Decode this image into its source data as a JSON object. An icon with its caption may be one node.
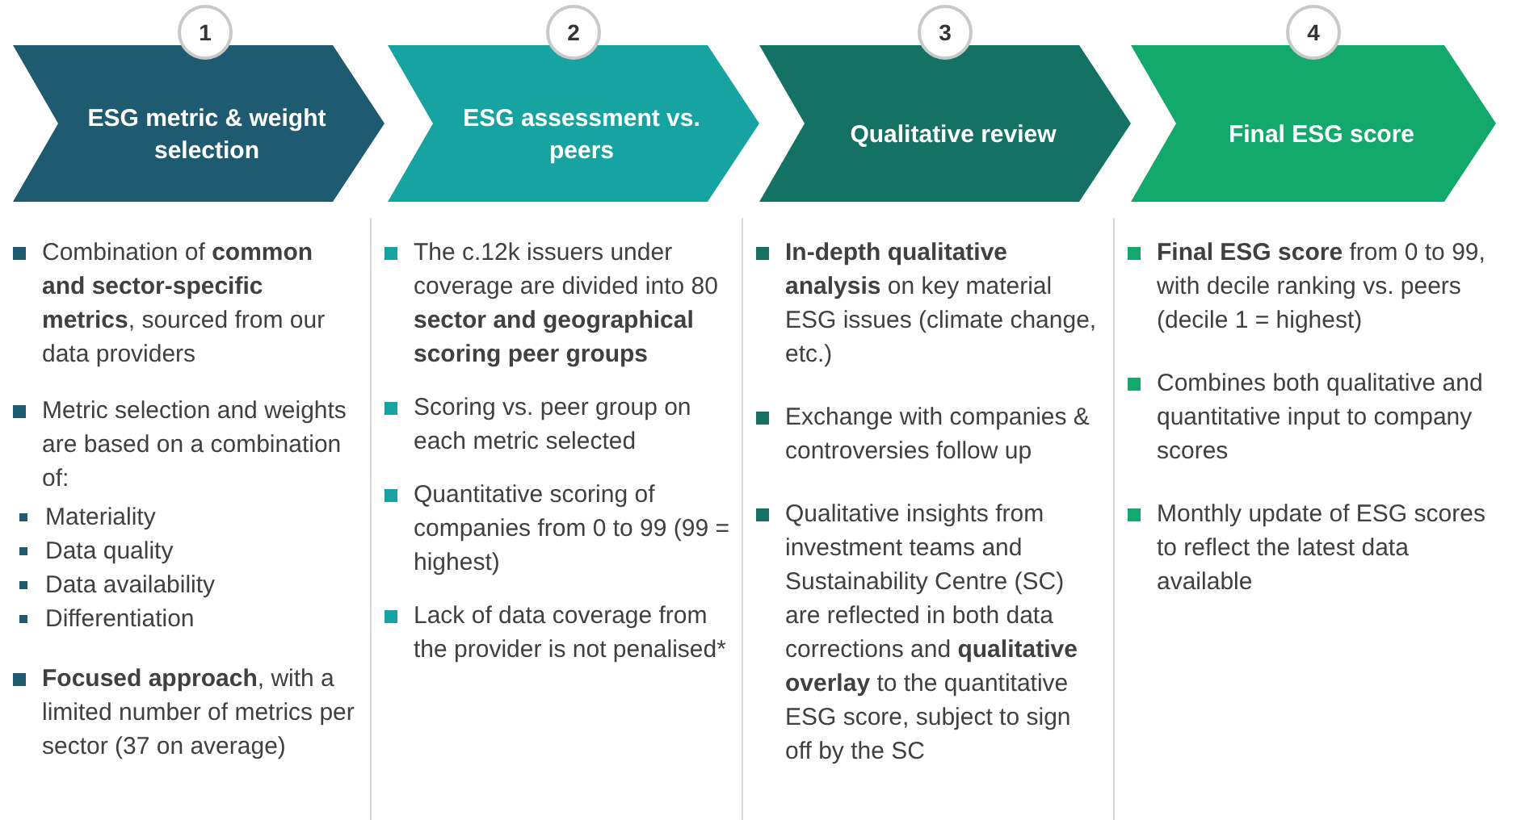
{
  "diagram": {
    "nodes": [
      {
        "text": [
          "ESG metric & weight selection"
        ]
      },
      {
        "text": [
          "1"
        ]
      },
      {
        "text": [
          "ESG assessment vs. peers"
        ]
      },
      {
        "text": [
          "2"
        ]
      },
      {
        "text": [
          "Qualitative review"
        ]
      },
      {
        "text": [
          "3"
        ]
      },
      {
        "text": [
          "Final ESG score"
        ]
      },
      {
        "text": [
          "4"
        ]
      }
    ],
    "edges": [],
    "labels": [
      "Combination of **common and sector-specific metrics**, sourced from our data providers",
      "Metric selection and weights are based on a combination of:",
      "Materiality",
      "Data quality",
      "Data availability",
      "Differentiation",
      "**Focused approach**, with a limited number of metrics per sector (37 on average)",
      "The c.12k issuers under coverage are divided into 80 **sector and geographical scoring peer groups**",
      "Scoring vs. peer group on each metric selected",
      "Quantitative scoring of companies from 0 to 99 (99 = highest)",
      "Lack of data coverage from the provider is not penalised*",
      "**In-depth qualitative analysis** on key material ESG issues (climate change, etc.)",
      "Exchange with companies & controversies follow up",
      "Qualitative insights from investment teams and Sustainability Centre (SC) are reflected in both data corrections and **qualitative overlay** to the quantitative ESG score, subject to sign off by the SC",
      "**Final ESG score** from 0 to 99, with decile ranking vs. peers (decile 1 = highest)",
      "Combines both qualitative and quantitative input to company scores",
      "Monthly update of ESG scores to reflect the latest data available"
    ]
  }
}
